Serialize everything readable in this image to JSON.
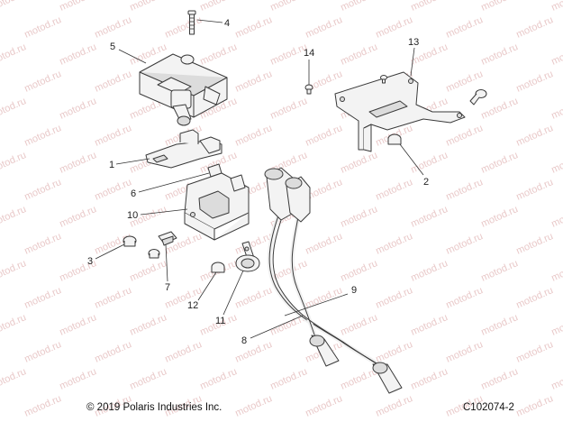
{
  "diagram": {
    "watermark_text": "motod.ru",
    "callouts": [
      {
        "id": "1",
        "label": "1"
      },
      {
        "id": "2",
        "label": "2"
      },
      {
        "id": "3",
        "label": "3"
      },
      {
        "id": "4",
        "label": "4"
      },
      {
        "id": "5",
        "label": "5"
      },
      {
        "id": "6",
        "label": "6"
      },
      {
        "id": "7",
        "label": "7"
      },
      {
        "id": "8",
        "label": "8"
      },
      {
        "id": "9",
        "label": "9"
      },
      {
        "id": "10",
        "label": "10"
      },
      {
        "id": "11",
        "label": "11"
      },
      {
        "id": "12",
        "label": "12"
      },
      {
        "id": "13",
        "label": "13"
      },
      {
        "id": "14",
        "label": "14"
      }
    ]
  },
  "footer": {
    "copyright": "© 2019 Polaris Industries Inc.",
    "diagram_code": "C102074-2"
  }
}
